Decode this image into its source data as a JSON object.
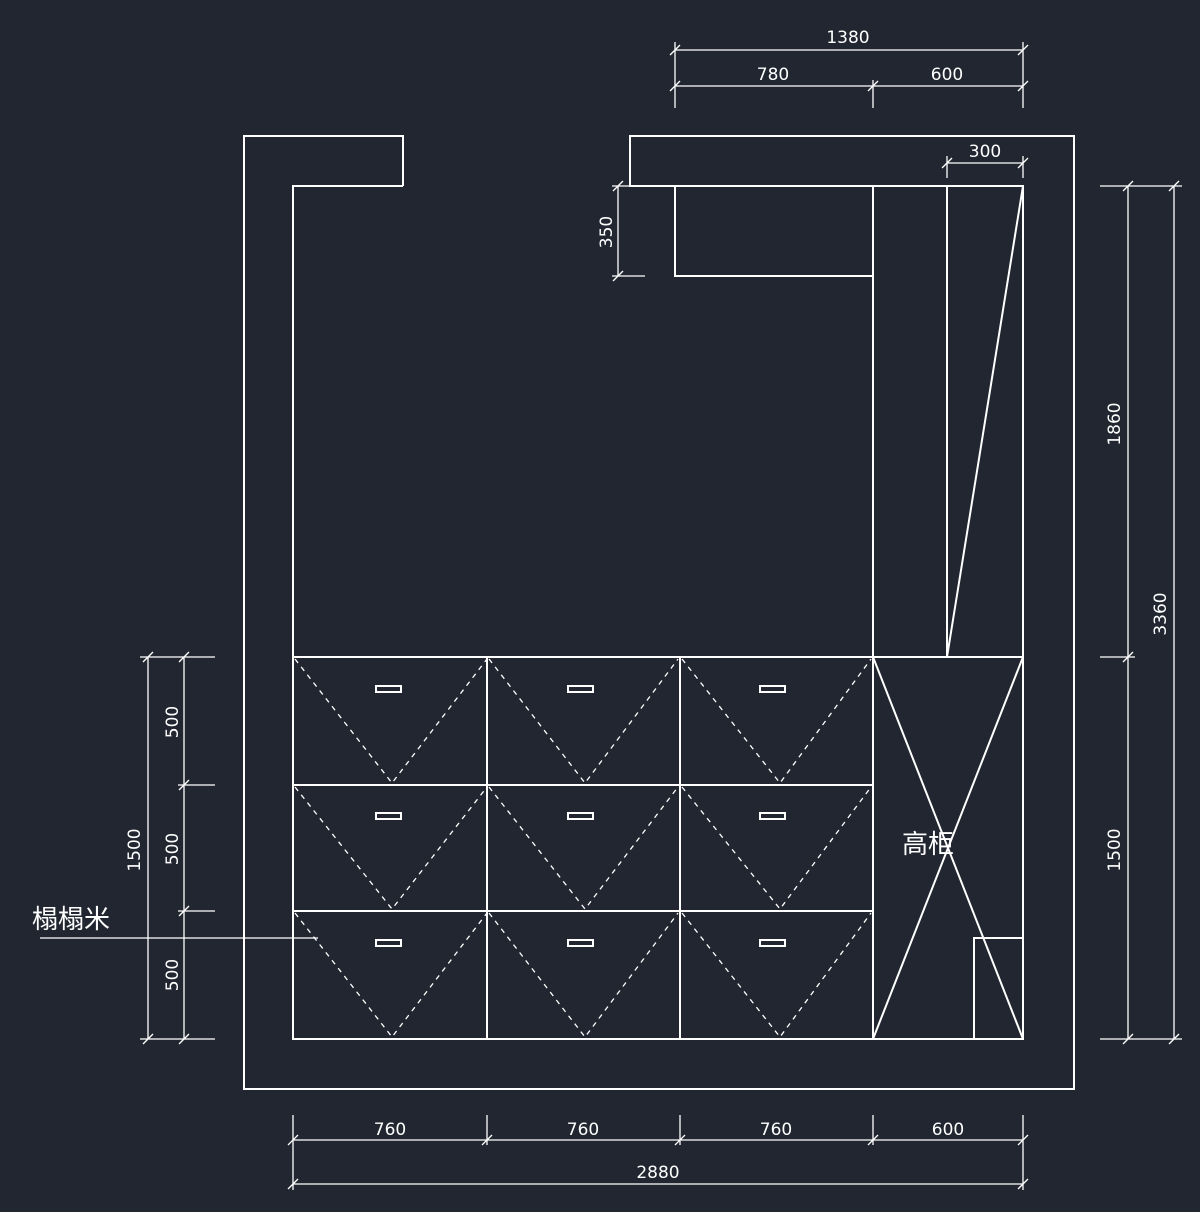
{
  "colors": {
    "background": "#212630",
    "line": "#ffffff"
  },
  "labels": {
    "tatami": "榻榻米",
    "tall_cabinet": "高柜"
  },
  "dimensions": {
    "top_total": "1380",
    "top_left": "780",
    "top_right": "600",
    "top_inner": "300",
    "wall_cabinet_depth": "350",
    "right_upper": "1860",
    "right_total": "3360",
    "right_lower": "1500",
    "left_row_1": "500",
    "left_row_2": "500",
    "left_row_3": "500",
    "left_total": "1500",
    "bottom_1": "760",
    "bottom_2": "760",
    "bottom_3": "760",
    "bottom_4": "600",
    "bottom_total": "2880"
  }
}
